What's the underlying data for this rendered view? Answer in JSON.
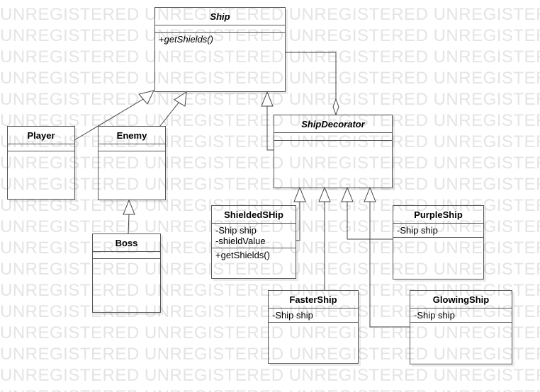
{
  "watermark_text": "UNREGISTERED",
  "colors": {
    "line": "#555555",
    "watermark": "#e4e4e4",
    "background": "#ffffff"
  },
  "classes": {
    "ship": {
      "name": "Ship",
      "abstract": true,
      "attributes": [],
      "operations": [
        "+getShields()"
      ],
      "operations_italic": true
    },
    "ship_decorator": {
      "name": "ShipDecorator",
      "abstract": true,
      "attributes": [],
      "operations": []
    },
    "player": {
      "name": "Player",
      "attributes": [],
      "operations": []
    },
    "enemy": {
      "name": "Enemy",
      "attributes": [],
      "operations": []
    },
    "boss": {
      "name": "Boss",
      "attributes": [],
      "operations": []
    },
    "shielded_ship": {
      "name": "ShieldedSHip",
      "attributes": [
        "-Ship ship",
        "-shieldValue"
      ],
      "operations": [
        "+getShields()"
      ]
    },
    "purple_ship": {
      "name": "PurpleShip",
      "attributes": [
        "-Ship ship"
      ],
      "operations": []
    },
    "faster_ship": {
      "name": "FasterShip",
      "attributes": [
        "-Ship ship"
      ],
      "operations": []
    },
    "glowing_ship": {
      "name": "GlowingShip",
      "attributes": [
        "-Ship ship"
      ],
      "operations": []
    }
  },
  "relationships": [
    {
      "from": "Player",
      "to": "Ship",
      "kind": "generalization"
    },
    {
      "from": "Enemy",
      "to": "Ship",
      "kind": "generalization"
    },
    {
      "from": "Boss",
      "to": "Enemy",
      "kind": "generalization"
    },
    {
      "from": "ShipDecorator",
      "to": "Ship",
      "kind": "generalization"
    },
    {
      "from": "ShipDecorator",
      "to": "Ship",
      "kind": "aggregation"
    },
    {
      "from": "ShieldedSHip",
      "to": "ShipDecorator",
      "kind": "generalization"
    },
    {
      "from": "FasterShip",
      "to": "ShipDecorator",
      "kind": "generalization"
    },
    {
      "from": "PurpleShip",
      "to": "ShipDecorator",
      "kind": "generalization"
    },
    {
      "from": "GlowingShip",
      "to": "ShipDecorator",
      "kind": "generalization"
    }
  ]
}
